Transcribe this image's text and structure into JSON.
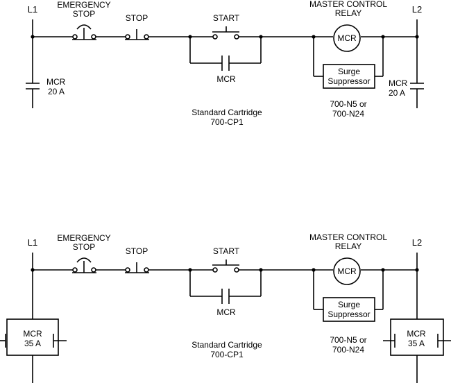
{
  "diagrams": [
    {
      "l1_label": "L1",
      "l2_label": "L2",
      "estop_label_1": "EMERGENCY",
      "estop_label_2": "STOP",
      "stop_label": "STOP",
      "start_label": "START",
      "mcr_contact_label": "MCR",
      "relay_label_1": "MASTER CONTROL",
      "relay_label_2": "RELAY",
      "relay_coil_label": "MCR",
      "surge_label_1": "Surge",
      "surge_label_2": "Suppressor",
      "surge_part_1": "700-N5 or",
      "surge_part_2": "700-N24",
      "cartridge_label_1": "Standard Cartridge",
      "cartridge_label_2": "700-CP1",
      "left_contact_label_1": "MCR",
      "left_contact_label_2": "20 A",
      "right_contact_label_1": "MCR",
      "right_contact_label_2": "20 A"
    },
    {
      "l1_label": "L1",
      "l2_label": "L2",
      "estop_label_1": "EMERGENCY",
      "estop_label_2": "STOP",
      "stop_label": "STOP",
      "start_label": "START",
      "mcr_contact_label": "MCR",
      "relay_label_1": "MASTER CONTROL",
      "relay_label_2": "RELAY",
      "relay_coil_label": "MCR",
      "surge_label_1": "Surge",
      "surge_label_2": "Suppressor",
      "surge_part_1": "700-N5 or",
      "surge_part_2": "700-N24",
      "cartridge_label_1": "Standard Cartridge",
      "cartridge_label_2": "700-CP1",
      "left_contact_label_1": "MCR",
      "left_contact_label_2": "35 A",
      "right_contact_label_1": "MCR",
      "right_contact_label_2": "35 A"
    }
  ]
}
